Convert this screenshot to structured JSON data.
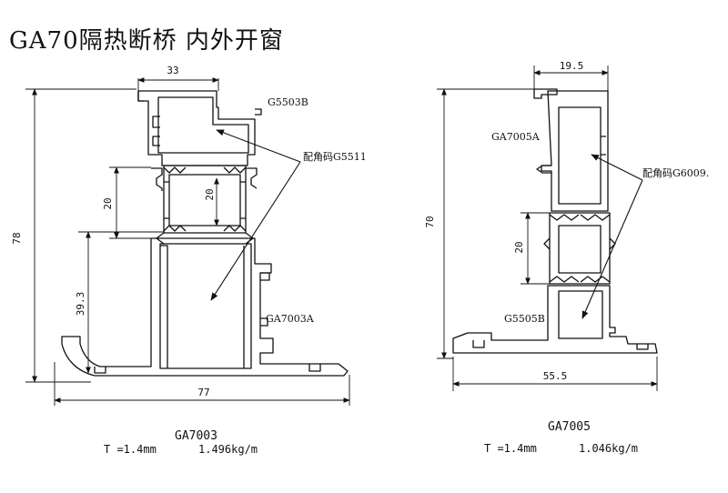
{
  "title": "GA70隔热断桥 内外开窗",
  "left_profile": {
    "name": "GA7003",
    "thickness": "T =1.4mm",
    "weight": "1.496kg/m",
    "parts": {
      "top": "G5503B",
      "bottom": "GA7003A",
      "corner": "配角码G5511"
    },
    "dims": {
      "top": "33",
      "overall_height": "78",
      "strip_outer": "20",
      "strip_inner": "20",
      "lower": "39.3",
      "overall_width": "77"
    }
  },
  "right_profile": {
    "name": "GA7005",
    "thickness": "T =1.4mm",
    "weight": "1.046kg/m",
    "parts": {
      "top": "GA7005A",
      "bottom": "G5505B",
      "corner": "配角码G6009."
    },
    "dims": {
      "top": "19.5",
      "overall_height": "70",
      "strip": "20",
      "overall_width": "55.5"
    }
  }
}
